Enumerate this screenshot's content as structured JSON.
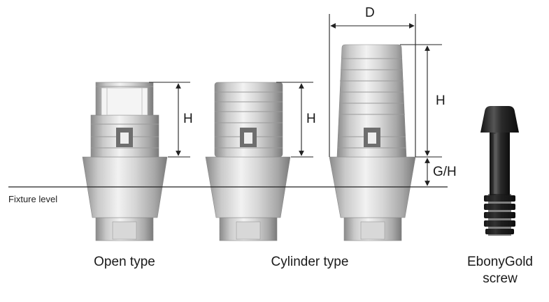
{
  "labels": {
    "d": "D",
    "h_open": "H",
    "h_cylinder": "H",
    "h_main": "H",
    "gh": "G/H",
    "fixture_level": "Fixture level"
  },
  "captions": {
    "open_type": "Open type",
    "cylinder_type": "Cylinder type",
    "screw_line1": "EbonyGold",
    "screw_line2": "screw"
  },
  "colors": {
    "metal_light": "#e6e6e6",
    "metal_mid": "#b9b9b9",
    "metal_dark": "#7d7d7d",
    "screw_dark": "#1e1e1e",
    "line": "#222222"
  }
}
